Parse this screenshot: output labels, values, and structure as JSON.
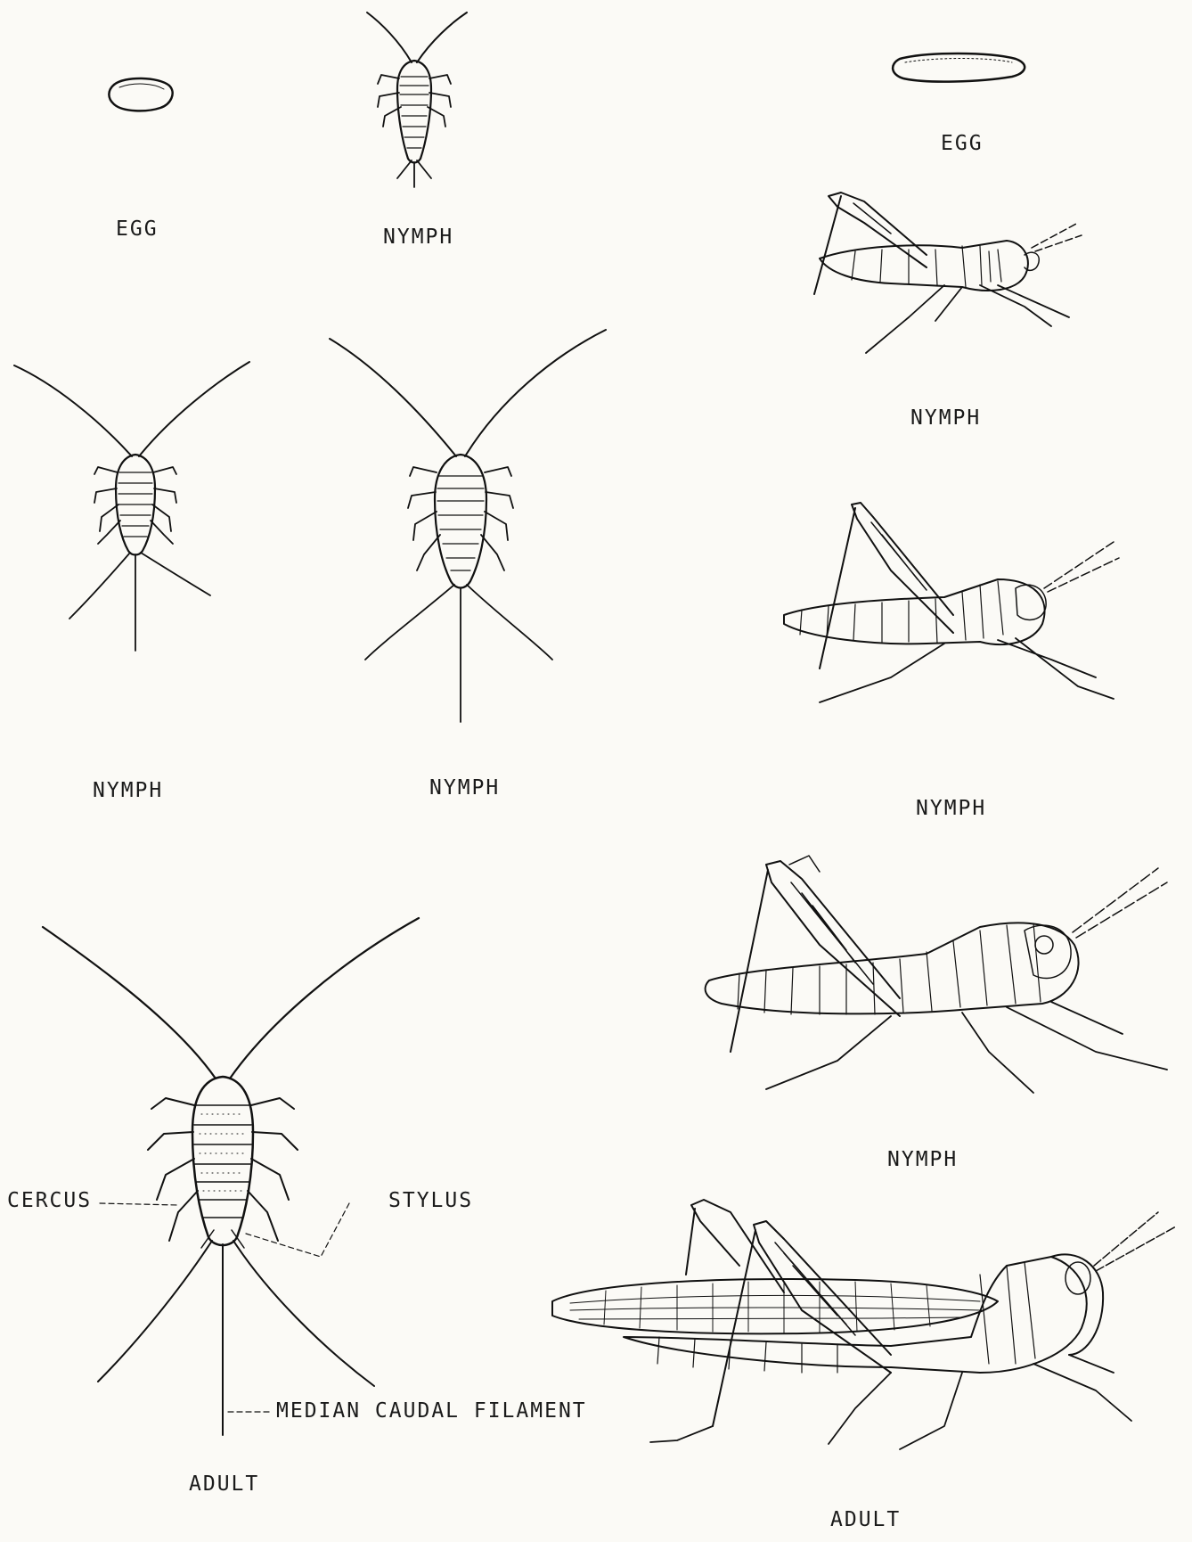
{
  "silverfish": {
    "egg_label": "EGG",
    "nymph1_label": "NYMPH",
    "nymph2_label": "NYMPH",
    "nymph3_label": "NYMPH",
    "adult_label": "ADULT",
    "parts": {
      "cercus": "CERCUS",
      "stylus": "STYLUS",
      "median_caudal_filament": "MEDIAN CAUDAL FILAMENT"
    }
  },
  "grasshopper": {
    "egg_label": "EGG",
    "nymph1_label": "NYMPH",
    "nymph2_label": "NYMPH",
    "nymph3_label": "NYMPH",
    "adult_label": "ADULT"
  }
}
